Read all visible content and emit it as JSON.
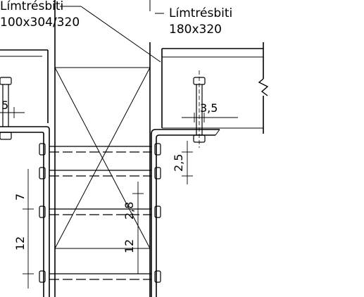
{
  "drawing": {
    "label_left": {
      "title": "Límtrésbiti",
      "size": "100x304/320"
    },
    "label_right": {
      "title": "Límtrésbiti",
      "size": "180x320"
    },
    "dimensions": {
      "left_top": "5",
      "left_mid_upper": "7",
      "left_mid_lower": "12",
      "center_upper": "2,8",
      "center_lower": "12",
      "right_horizontal": "3,5",
      "right_vertical": "2,5"
    }
  }
}
